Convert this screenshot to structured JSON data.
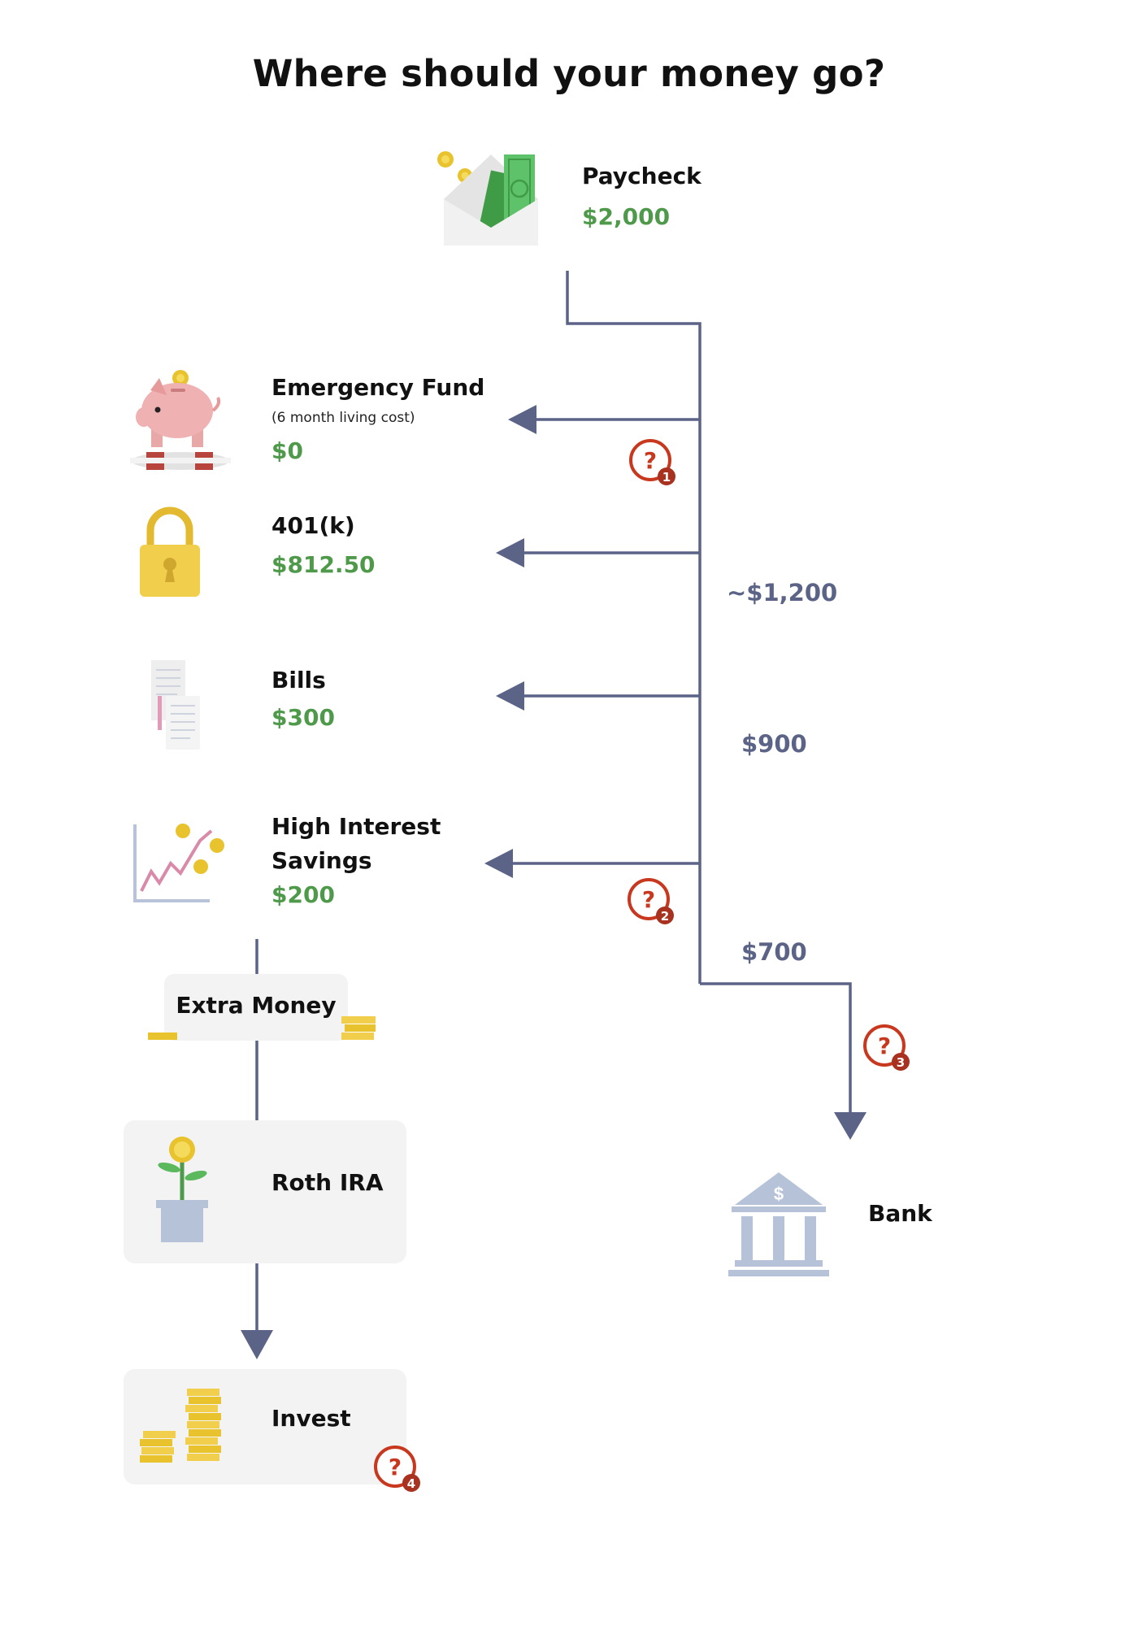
{
  "title": "Where should your money go?",
  "paycheck": {
    "label": "Paycheck",
    "amount": "$2,000"
  },
  "emergency_fund": {
    "label": "Emergency Fund",
    "note": "(6 month living cost)",
    "amount": "$0"
  },
  "retirement_401k": {
    "label": "401(k)",
    "amount": "$812.50"
  },
  "bills": {
    "label": "Bills",
    "amount": "$300"
  },
  "high_interest_savings": {
    "label": "High Interest Savings",
    "amount": "$200"
  },
  "extra_money": {
    "label": "Extra Money"
  },
  "roth_ira": {
    "label": "Roth IRA"
  },
  "invest": {
    "label": "Invest"
  },
  "bank": {
    "label": "Bank"
  },
  "flows": {
    "after_401k": "~$1,200",
    "after_bills": "$900",
    "after_savings": "$700"
  },
  "help_badges": [
    "1",
    "2",
    "3",
    "4"
  ],
  "colors": {
    "flow_line": "#5b6487",
    "amount_green": "#4e9a4a",
    "help_red": "#c8381e",
    "box_bg": "#f3f3f3"
  }
}
